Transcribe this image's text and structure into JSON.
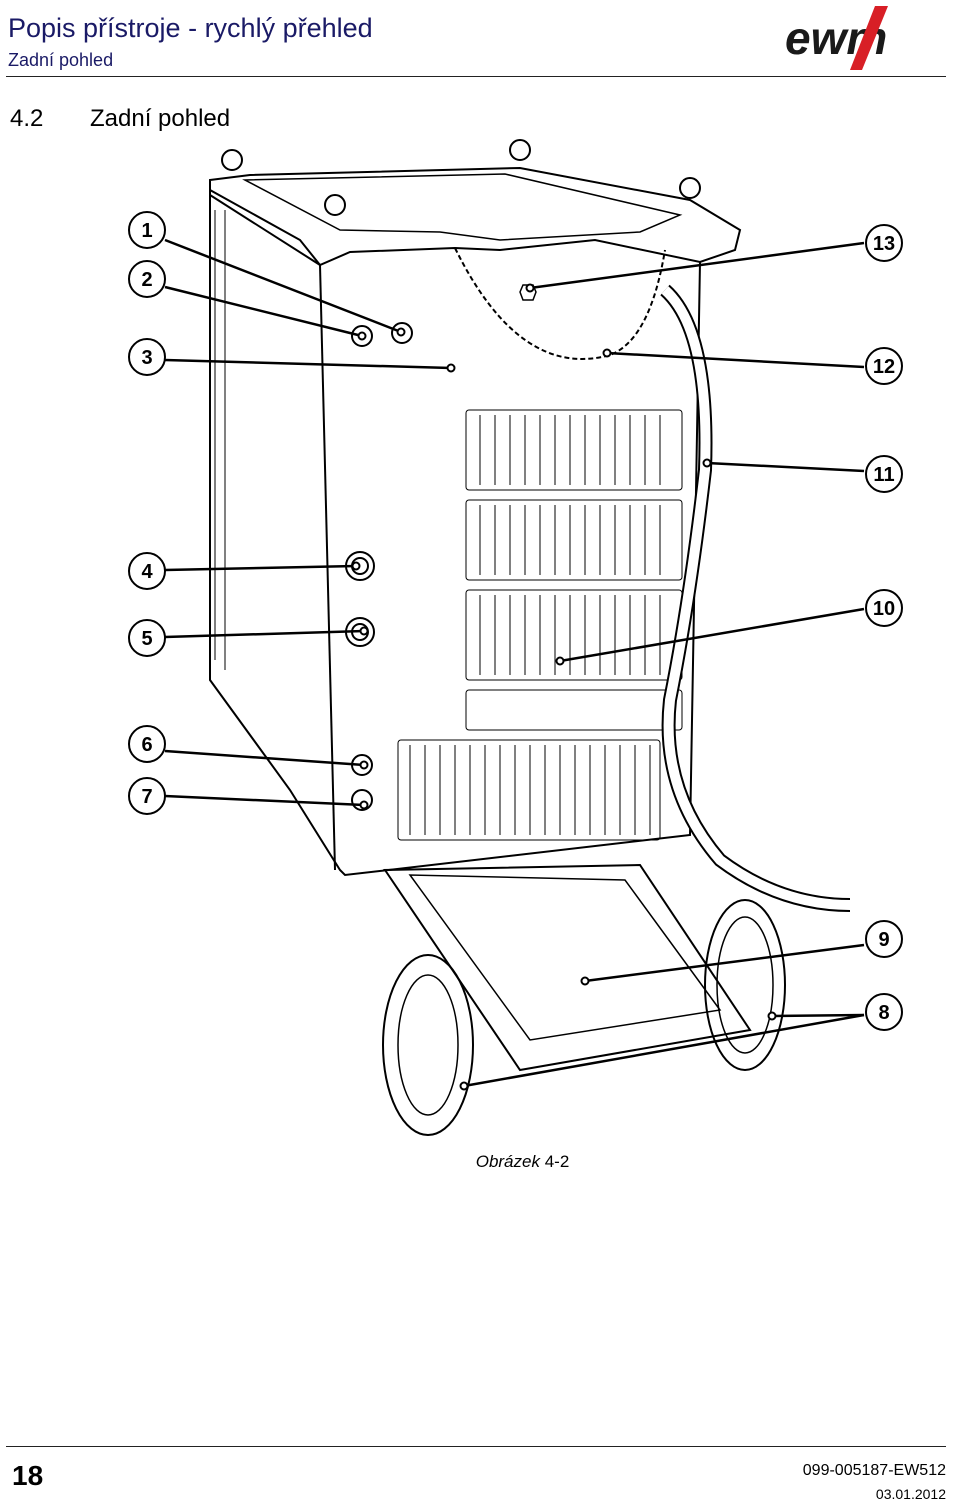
{
  "header": {
    "title": "Popis přístroje - rychlý přehled",
    "subtitle": "Zadní pohled",
    "logo_text": "ewm"
  },
  "section": {
    "number": "4.2",
    "title": "Zadní pohled"
  },
  "figure": {
    "callouts": [
      "1",
      "2",
      "3",
      "4",
      "5",
      "6",
      "7",
      "8",
      "9",
      "10",
      "11",
      "12",
      "13"
    ],
    "caption_italic": "Obrázek",
    "caption_num": "4-2"
  },
  "footer": {
    "page": "18",
    "doc_number": "099-005187-EW512",
    "date": "03.01.2012"
  },
  "colors": {
    "header_text": "#1a1a66",
    "logo": "#1a1a1a",
    "logo_accent": "#d81f26"
  }
}
